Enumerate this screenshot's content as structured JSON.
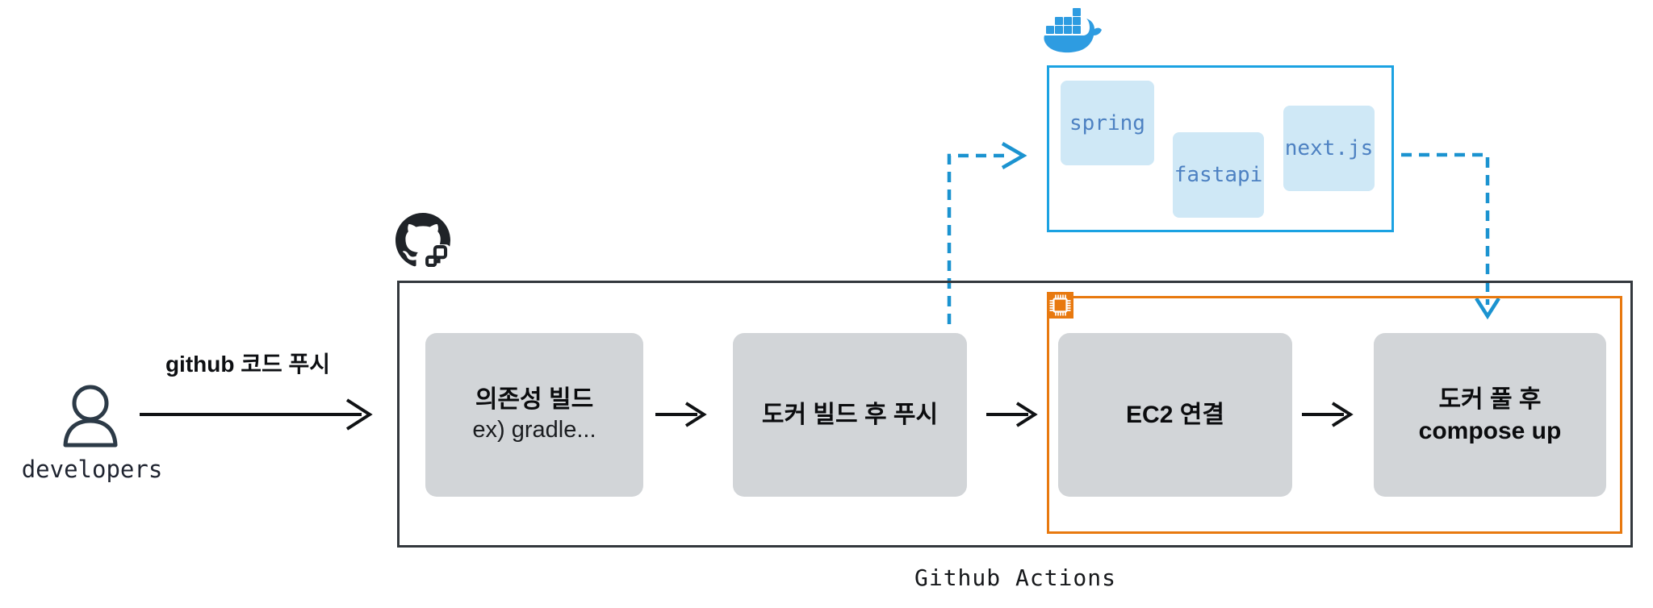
{
  "diagram": {
    "actor": {
      "label": "developers"
    },
    "push_arrow_label": "github 코드 푸시",
    "registry": {
      "items": [
        {
          "label": "spring"
        },
        {
          "label": "fastapi"
        },
        {
          "label": "next.js"
        }
      ]
    },
    "pipeline": {
      "title": "Github Actions",
      "steps": [
        {
          "line1": "의존성 빌드",
          "line2": "ex) gradle..."
        },
        {
          "line1": "도커 빌드 후 푸시",
          "line2": ""
        },
        {
          "line1": "EC2 연결",
          "line2": ""
        },
        {
          "line1": "도커 풀 후",
          "line2": "compose up"
        }
      ]
    },
    "icons": {
      "docker": "docker-whale-icon",
      "github": "github-actions-icon",
      "person": "developer-person-icon",
      "ec2": "aws-ec2-chip-icon"
    },
    "colors": {
      "accent_blue": "#1ba2e2",
      "light_blue_fill": "#cfe8f6",
      "registry_text_blue": "#4d81c2",
      "dashed_arrow_blue": "#1b93d0",
      "docker_blue": "#2e9ce1",
      "aws_orange": "#e8790f",
      "box_gray": "#d2d5d8",
      "outline_dark": "#33383d",
      "text_dark": "#17191c"
    }
  }
}
